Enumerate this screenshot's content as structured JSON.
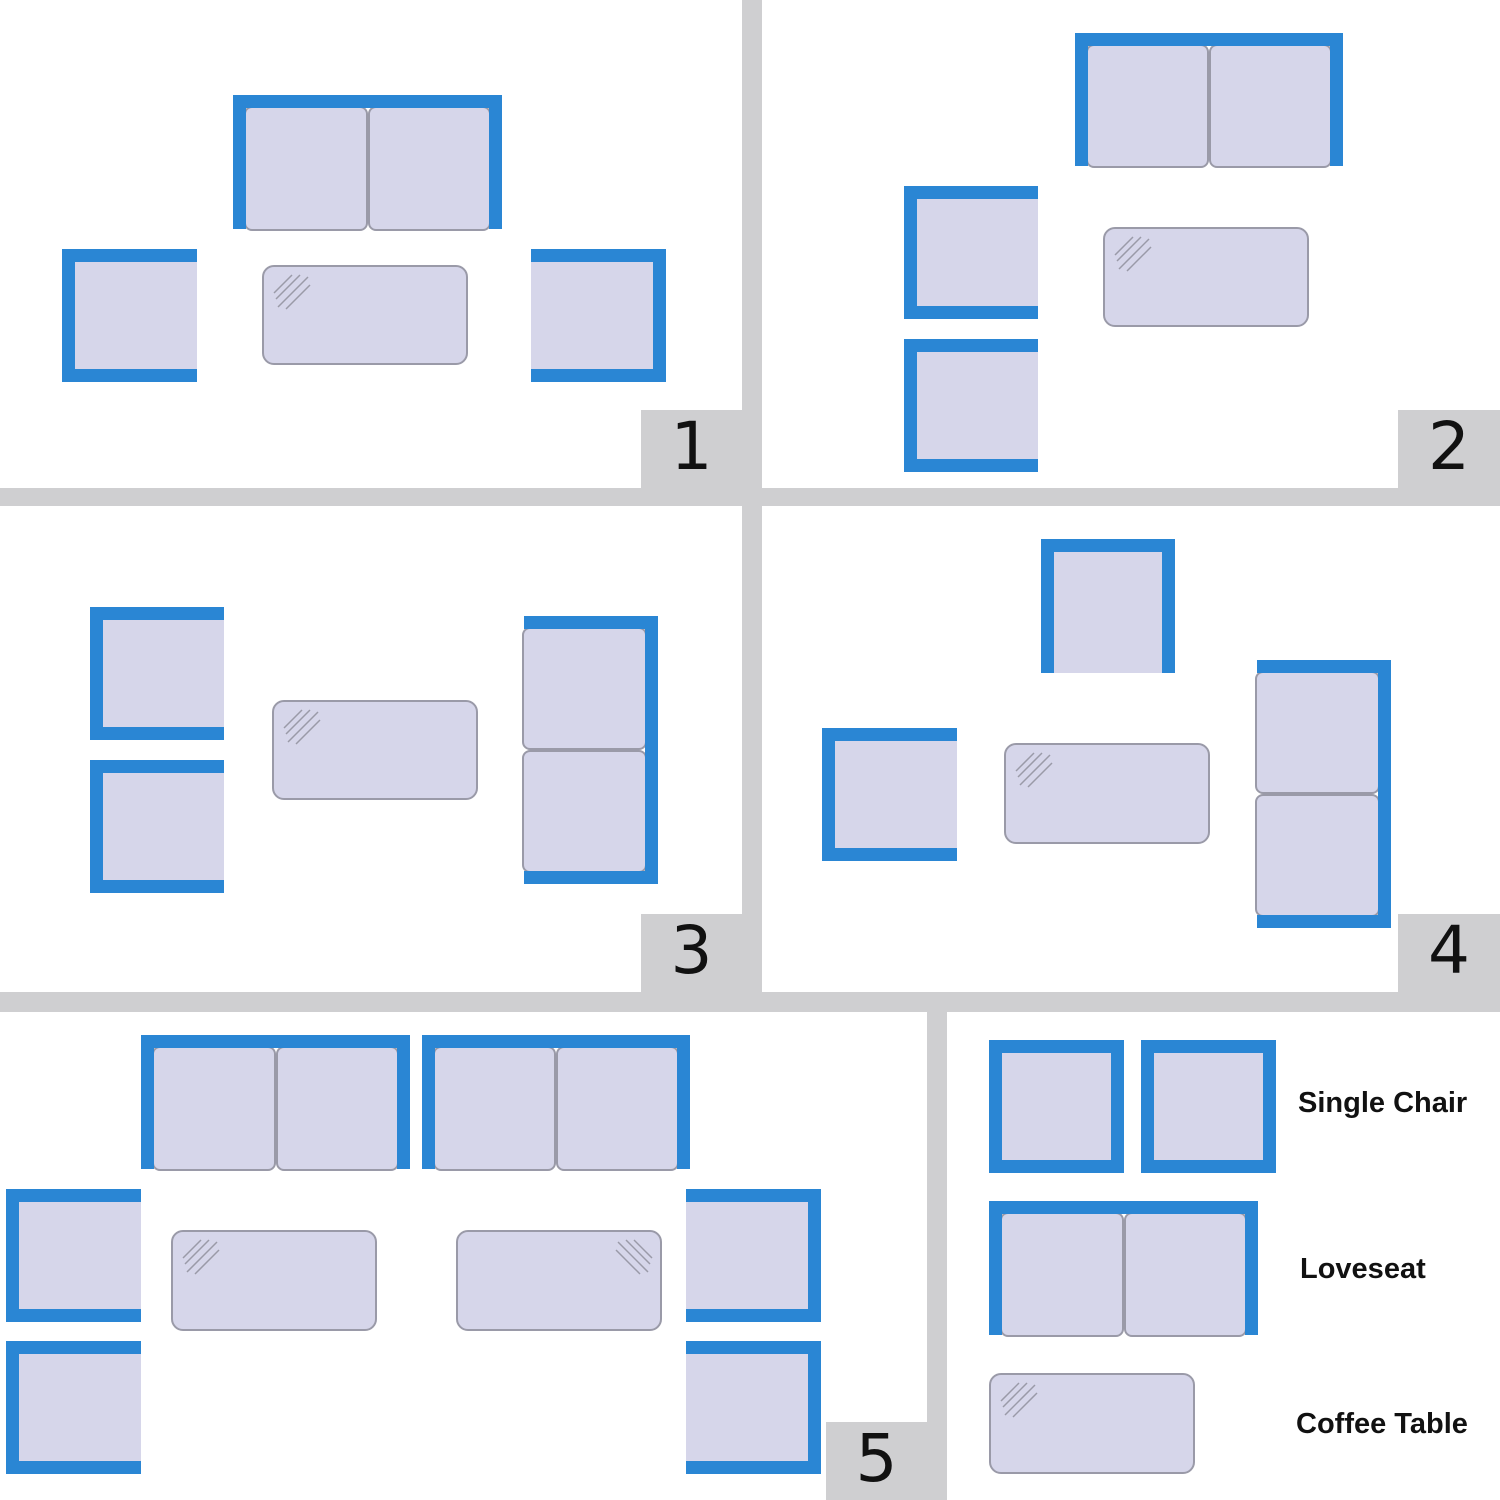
{
  "colors": {
    "frame": "#2a86d4",
    "cushion": "#d6d6ea",
    "outline": "#9a9aa8",
    "divider": "#cfcfd1",
    "panel": "#ffffff"
  },
  "panels": [
    {
      "number": "1"
    },
    {
      "number": "2"
    },
    {
      "number": "3"
    },
    {
      "number": "4"
    },
    {
      "number": "5"
    }
  ],
  "legend": {
    "single_chair": "Single Chair",
    "loveseat": "Loveseat",
    "coffee_table": "Coffee Table"
  }
}
